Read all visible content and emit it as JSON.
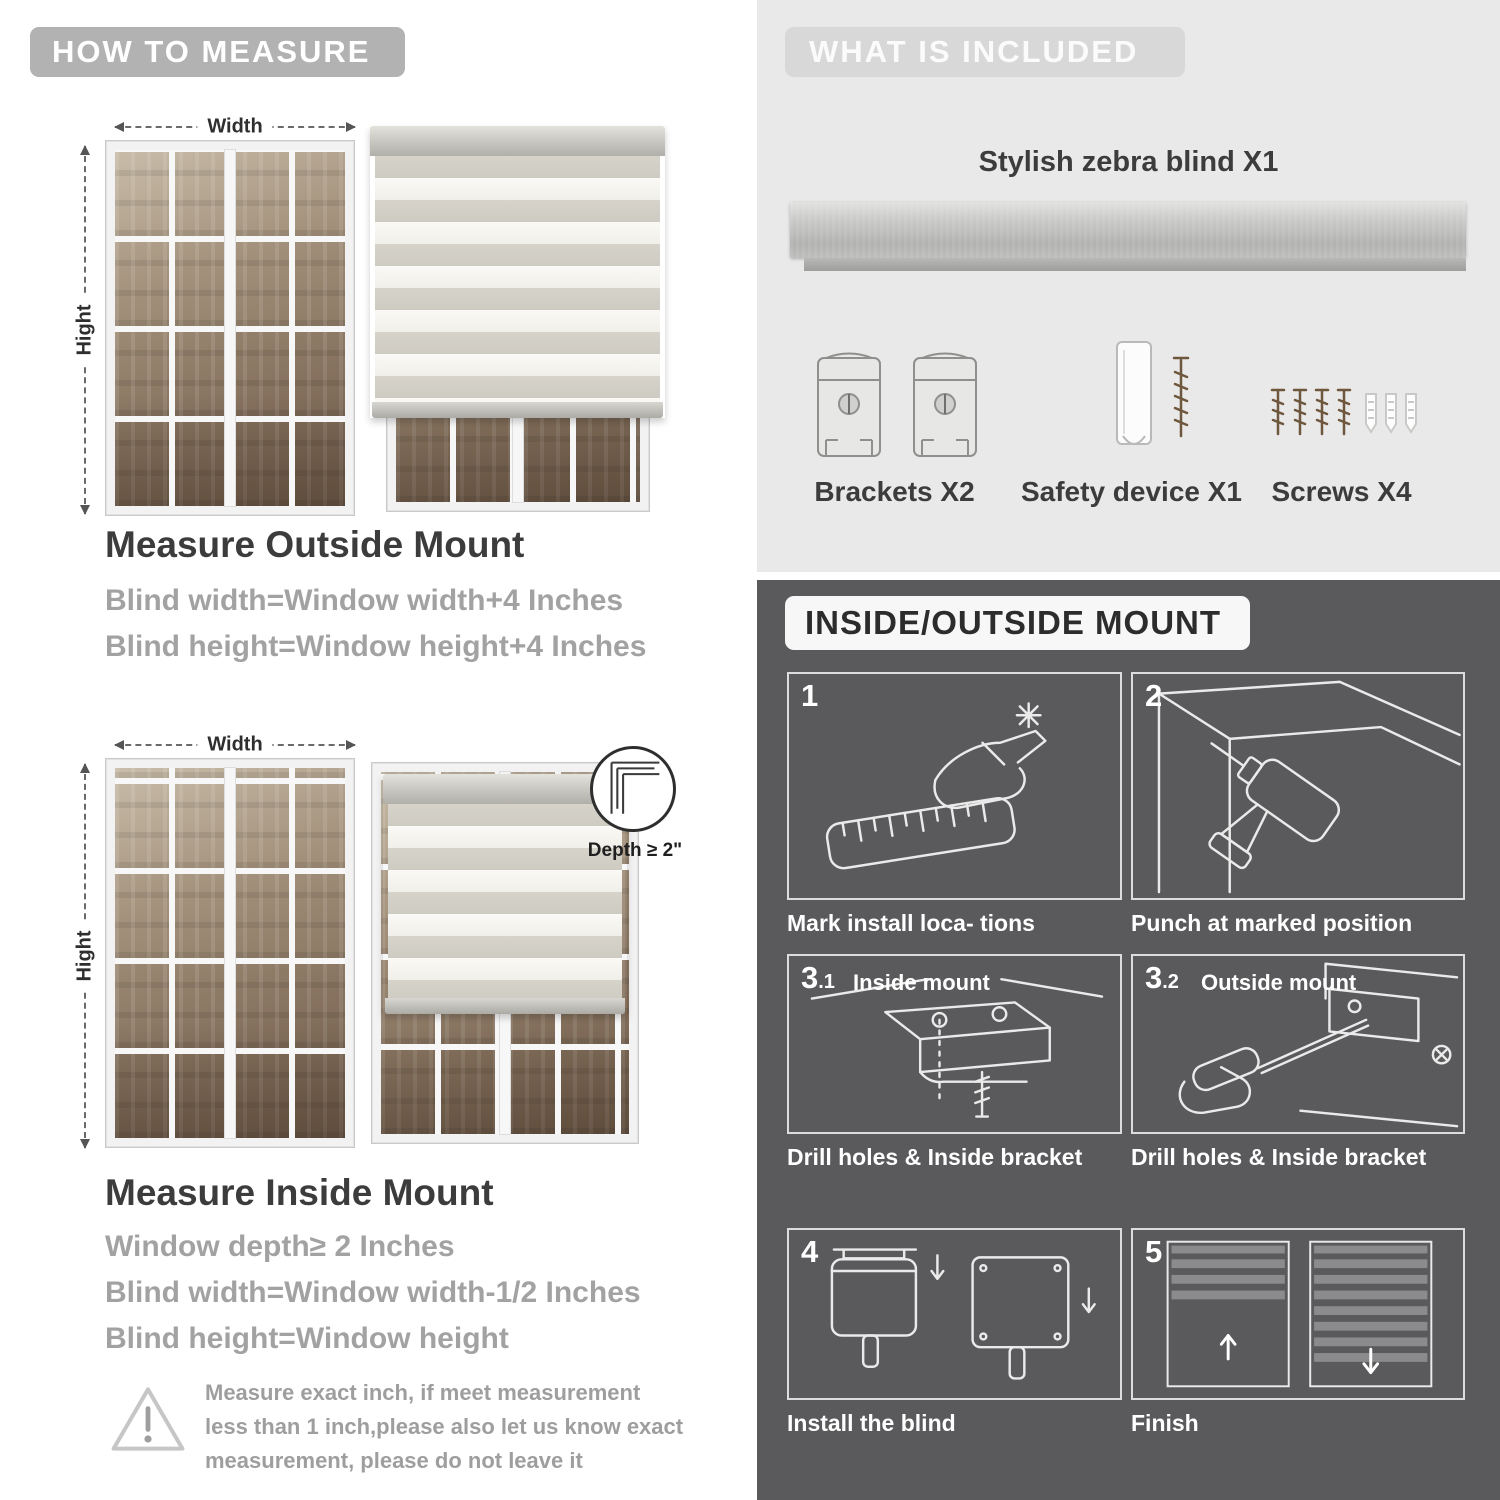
{
  "colors": {
    "left_header_bg": "#b2b2b2",
    "included_panel_bg": "#e9e9e9",
    "included_header_bg": "#d8d8d8",
    "mount_panel_bg": "#5a5a5c",
    "heading_text": "#3c3c3c",
    "muted_text": "#a2a2a2",
    "blind_fabric": "#cecbc2",
    "wood_screw": "#6e573d"
  },
  "measure": {
    "header": "HOW TO MEASURE",
    "outside": {
      "width_label": "Width",
      "height_label": "Hight",
      "title": "Measure Outside Mount",
      "lines": [
        "Blind width=Window width+4 Inches",
        "Blind height=Window height+4 Inches"
      ]
    },
    "inside": {
      "width_label": "Width",
      "height_label": "Hight",
      "depth_note": "Depth ≥ 2\"",
      "title": "Measure Inside Mount",
      "lines": [
        "Window depth≥ 2 Inches",
        "Blind width=Window width-1/2 Inches",
        "Blind height=Window height"
      ]
    },
    "warning_text": "Measure exact inch, if meet measurement less than 1 inch,please also let us know exact measurement, please do not leave it"
  },
  "included": {
    "header": "WHAT IS INCLUDED",
    "blind_label": "Stylish zebra blind X1",
    "items": [
      {
        "icon": "brackets-icon",
        "label": "Brackets X2"
      },
      {
        "icon": "safety-device-icon",
        "label": "Safety device X1"
      },
      {
        "icon": "screws-icon",
        "label": "Screws X4"
      }
    ]
  },
  "mount": {
    "header": "INSIDE/OUTSIDE MOUNT",
    "steps": [
      {
        "num": "1",
        "sub": "",
        "label": "",
        "caption": "Mark install loca- tions"
      },
      {
        "num": "2",
        "sub": "",
        "label": "",
        "caption": "Punch at  marked position"
      },
      {
        "num": "3",
        "sub": ".1",
        "label": "Inside mount",
        "caption": "Drill holes &  Inside bracket"
      },
      {
        "num": "3",
        "sub": ".2",
        "label": "Outside mount",
        "caption": "Drill holes &  Inside bracket"
      },
      {
        "num": "4",
        "sub": "",
        "label": "",
        "caption": "Install the blind"
      },
      {
        "num": "5",
        "sub": "",
        "label": "",
        "caption": "Finish"
      }
    ]
  }
}
